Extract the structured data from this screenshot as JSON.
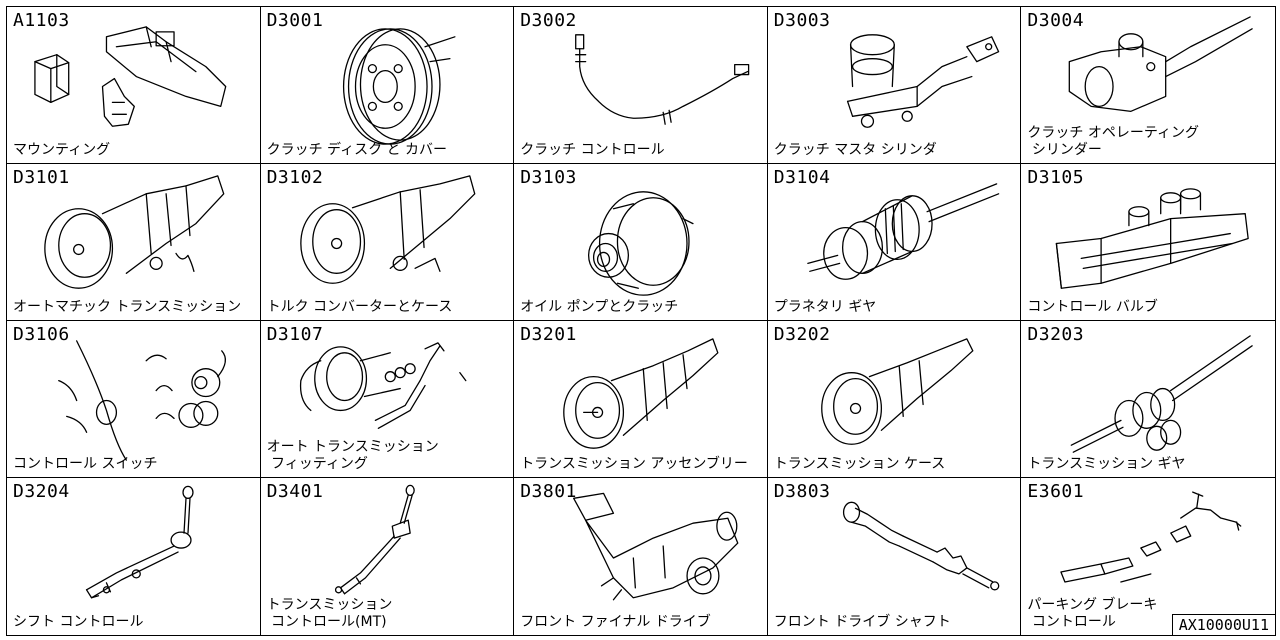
{
  "reference_code": "AX10000U11",
  "cells": [
    {
      "code": "A1103",
      "label": "マウンティング",
      "icon": "mounting-icon"
    },
    {
      "code": "D3001",
      "label": "クラッチ ディスク と カバー",
      "icon": "clutch-disc-cover-icon"
    },
    {
      "code": "D3002",
      "label": "クラッチ コントロール",
      "icon": "clutch-control-icon"
    },
    {
      "code": "D3003",
      "label": "クラッチ マスタ シリンダ",
      "icon": "clutch-master-cylinder-icon"
    },
    {
      "code": "D3004",
      "label": "クラッチ オペレーティング\n シリンダー",
      "icon": "clutch-operating-cylinder-icon"
    },
    {
      "code": "D3101",
      "label": "オートマチック トランスミッション",
      "icon": "automatic-transmission-icon"
    },
    {
      "code": "D3102",
      "label": "トルク コンバーターとケース",
      "icon": "torque-converter-case-icon"
    },
    {
      "code": "D3103",
      "label": "オイル ポンプとクラッチ",
      "icon": "oil-pump-clutch-icon"
    },
    {
      "code": "D3104",
      "label": "プラネタリ ギヤ",
      "icon": "planetary-gear-icon"
    },
    {
      "code": "D3105",
      "label": "コントロール バルブ",
      "icon": "control-valve-icon"
    },
    {
      "code": "D3106",
      "label": "コントロール スイッチ",
      "icon": "control-switch-icon"
    },
    {
      "code": "D3107",
      "label": "オート トランスミッション\n フィッティング",
      "icon": "auto-transmission-fitting-icon"
    },
    {
      "code": "D3201",
      "label": "トランスミッション アッセンブリー",
      "icon": "transmission-assembly-icon"
    },
    {
      "code": "D3202",
      "label": "トランスミッション ケース",
      "icon": "transmission-case-icon"
    },
    {
      "code": "D3203",
      "label": "トランスミッション ギヤ",
      "icon": "transmission-gear-icon"
    },
    {
      "code": "D3204",
      "label": "シフト コントロール",
      "icon": "shift-control-icon"
    },
    {
      "code": "D3401",
      "label": "トランスミッション\n コントロール(MT)",
      "icon": "transmission-control-mt-icon"
    },
    {
      "code": "D3801",
      "label": "フロント ファイナル ドライブ",
      "icon": "front-final-drive-icon"
    },
    {
      "code": "D3803",
      "label": "フロント ドライブ シャフト",
      "icon": "front-drive-shaft-icon"
    },
    {
      "code": "E3601",
      "label": "パーキング ブレーキ\n コントロール",
      "icon": "parking-brake-control-icon"
    }
  ]
}
